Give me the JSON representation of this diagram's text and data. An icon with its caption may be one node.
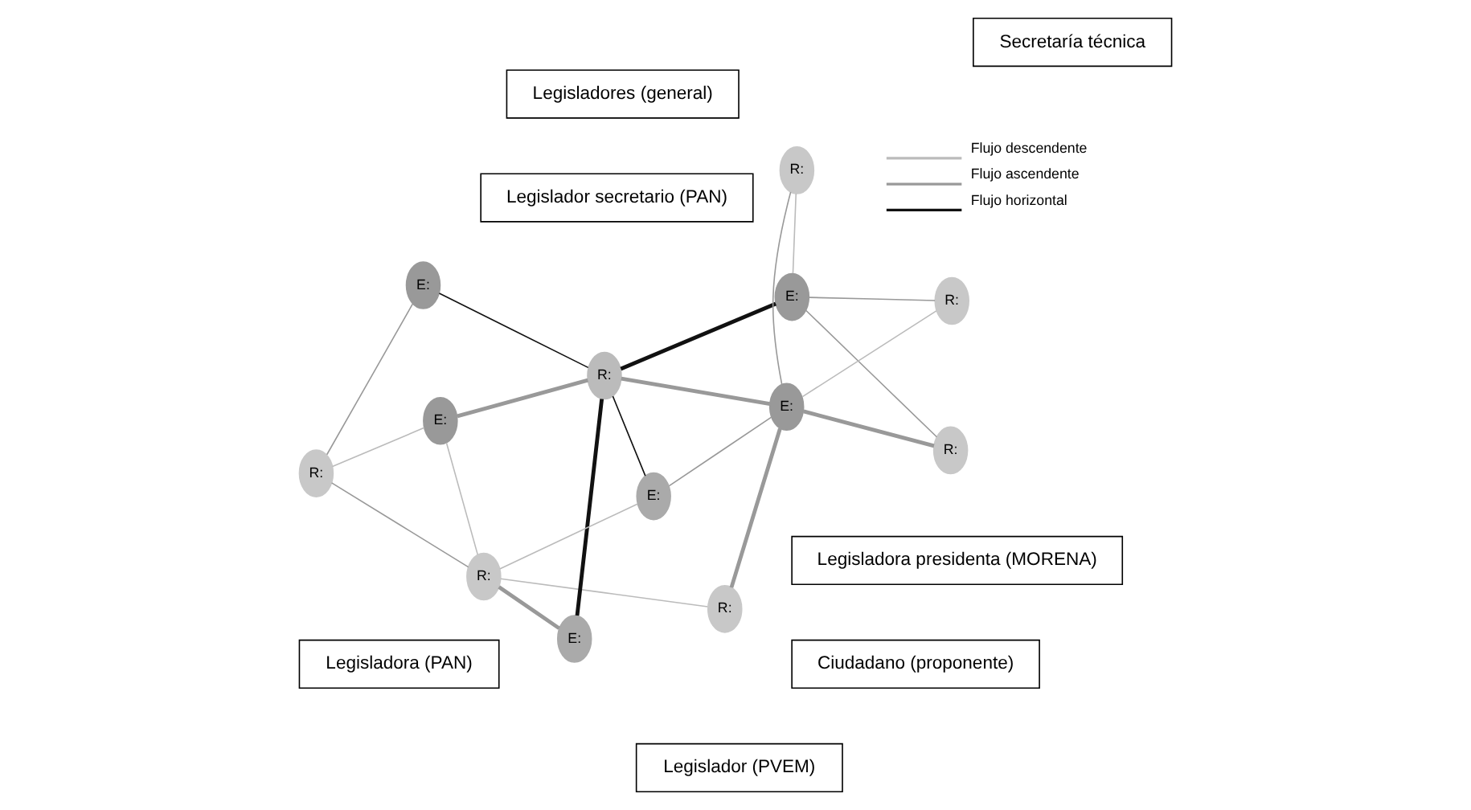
{
  "diagram": {
    "nodes": [
      {
        "text": [
          "Legisladora presidenta (MORENA)"
        ]
      },
      {
        "text": [
          "Legislador secretario (PAN)"
        ]
      },
      {
        "text": [
          "Secretaría técnica"
        ]
      },
      {
        "text": [
          "Legisladora (PAN)"
        ]
      },
      {
        "text": [
          "Legislador (PVEM)"
        ]
      },
      {
        "text": [
          "Legisladores (general)"
        ]
      },
      {
        "text": [
          "Ciudadano (proponente)"
        ]
      },
      {
        "text": [
          "E:"
        ]
      },
      {
        "text": [
          "R:"
        ]
      },
      {
        "text": [
          "E:"
        ]
      },
      {
        "text": [
          "R:"
        ]
      },
      {
        "text": [
          "E:"
        ]
      },
      {
        "text": [
          "R:"
        ]
      },
      {
        "text": [
          "E:"
        ]
      },
      {
        "text": [
          "R:"
        ]
      },
      {
        "text": [
          "E:"
        ]
      },
      {
        "text": [
          "R:"
        ]
      },
      {
        "text": [
          "R:"
        ]
      },
      {
        "text": [
          "E:"
        ]
      },
      {
        "text": [
          "R:"
        ]
      }
    ],
    "edges": [
      {
        "from": 9,
        "to": 8,
        "arrow": "none",
        "style": "thick"
      },
      {
        "from": 7,
        "to": 10,
        "arrow": "none",
        "color": "#bbbbbb"
      },
      {
        "from": 7,
        "to": 17,
        "arrow": "none",
        "style": "thick",
        "color": "#111111"
      },
      {
        "from": 9,
        "to": 17,
        "arrow": "none",
        "style": "thick",
        "color": "#111111"
      },
      {
        "from": 13,
        "to": 17,
        "arrow": "none",
        "color": "#111111"
      },
      {
        "from": 15,
        "to": 17,
        "arrow": "none",
        "color": "#111111"
      },
      {
        "from": 11,
        "to": 17,
        "arrow": "none",
        "style": "thick"
      },
      {
        "from": 11,
        "to": 14,
        "arrow": "none",
        "style": "thick"
      },
      {
        "from": 11,
        "to": 10,
        "arrow": "none"
      },
      {
        "from": 11,
        "to": 13,
        "arrow": "none"
      },
      {
        "from": 8,
        "to": 12,
        "arrow": "none"
      },
      {
        "from": 7,
        "to": 19,
        "arrow": "none"
      },
      {
        "from": 8,
        "to": 16,
        "arrow": "none",
        "color": "#bbbbbb"
      },
      {
        "from": 8,
        "to": 18,
        "arrow": "none",
        "color": "#bbbbbb"
      },
      {
        "from": 18,
        "to": 17,
        "arrow": "none",
        "style": "thick"
      },
      {
        "from": 18,
        "to": 12,
        "arrow": "none",
        "color": "#bbbbbb"
      },
      {
        "from": 11,
        "to": 16,
        "arrow": "none",
        "style": "thick"
      },
      {
        "from": 15,
        "to": 12,
        "arrow": "none"
      },
      {
        "from": 11,
        "to": 19,
        "arrow": "none",
        "color": "#bbbbbb"
      },
      {
        "from": 13,
        "to": 8,
        "arrow": "none",
        "color": "#bbbbbb"
      },
      {
        "from": 7,
        "to": 14,
        "arrow": "none"
      }
    ],
    "legend": [
      {
        "text": "Flujo descendente"
      },
      {
        "text": "Flujo ascendente"
      },
      {
        "text": "Flujo horizontal"
      }
    ]
  }
}
